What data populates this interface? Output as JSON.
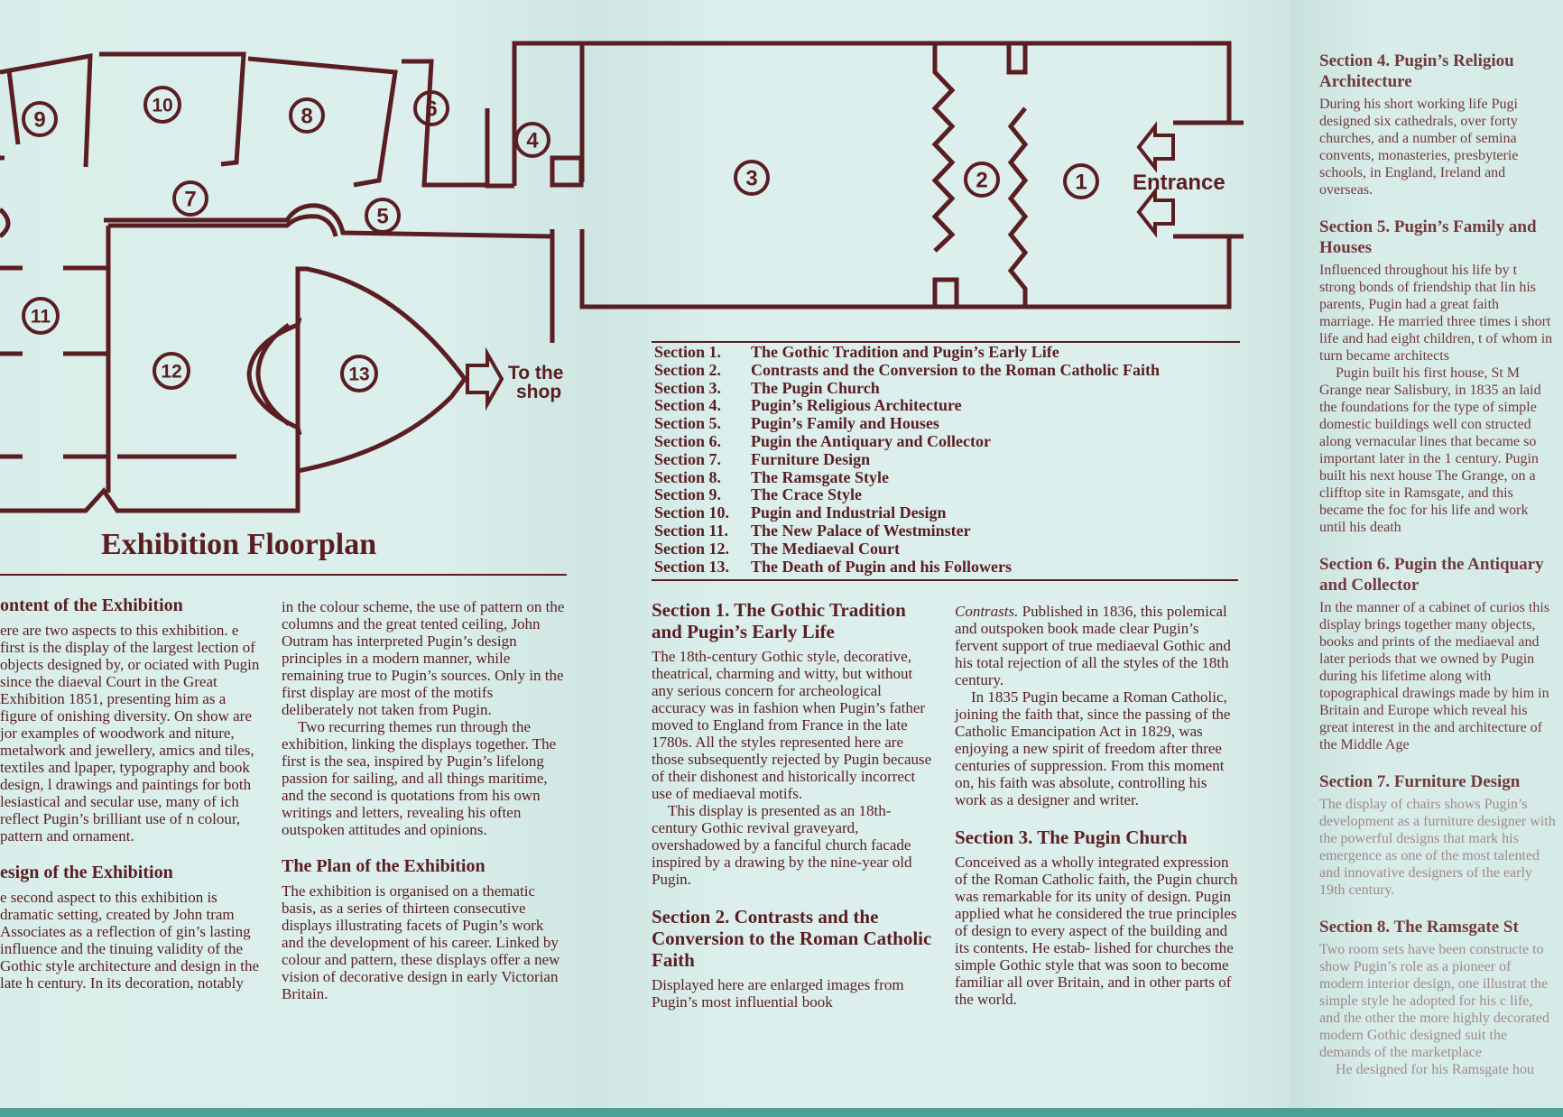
{
  "floorplan": {
    "title": "Exhibition Floorplan",
    "entrance_label": "Entrance",
    "shop_label_line1": "To the",
    "shop_label_line2": "shop",
    "numbers": [
      "1",
      "2",
      "3",
      "4",
      "5",
      "6",
      "7",
      "8",
      "9",
      "10",
      "11",
      "12",
      "13"
    ]
  },
  "section_list": [
    {
      "num": "Section 1.",
      "title": "The Gothic Tradition and Pugin’s Early Life"
    },
    {
      "num": "Section 2.",
      "title": "Contrasts and the Conversion to the Roman Catholic Faith"
    },
    {
      "num": "Section 3.",
      "title": "The Pugin Church"
    },
    {
      "num": "Section 4.",
      "title": "Pugin’s Religious Architecture"
    },
    {
      "num": "Section 5.",
      "title": "Pugin’s Family and Houses"
    },
    {
      "num": "Section 6.",
      "title": "Pugin the Antiquary and Collector"
    },
    {
      "num": "Section 7.",
      "title": "Furniture Design"
    },
    {
      "num": "Section 8.",
      "title": "The Ramsgate Style"
    },
    {
      "num": "Section 9.",
      "title": "The Crace Style"
    },
    {
      "num": "Section 10.",
      "title": "Pugin and Industrial Design"
    },
    {
      "num": "Section 11.",
      "title": "The New Palace of Westminster"
    },
    {
      "num": "Section 12.",
      "title": "The Mediaeval Court"
    },
    {
      "num": "Section 13.",
      "title": "The Death of Pugin and his Followers"
    }
  ],
  "left_col1": {
    "h1": "ontent of the Exhibition",
    "p1": "ere are two aspects to this exhibition. e first is the display of the largest lection of objects designed by, or ociated with Pugin since the diaeval Court in the Great Exhibition 1851, presenting him as a figure of onishing diversity. On show are jor examples of woodwork and niture, metalwork and jewellery, amics and tiles, textiles and lpaper, typography and book design, l drawings and paintings for both lesiastical and secular use, many of ich reflect Pugin’s brilliant use of n colour, pattern and ornament.",
    "h2": "esign of the Exhibition",
    "p2": "e second aspect to this exhibition is dramatic setting, created by John tram Associates as a reflection of gin’s lasting influence and the tinuing validity of the Gothic style architecture and design in the late h century. In its decoration, notably"
  },
  "left_col2": {
    "p1": "in the colour scheme, the use of pattern on the columns and the great tented ceiling, John Outram has interpreted Pugin’s design principles in a modern manner, while remaining true to Pugin’s sources. Only in the first display are most of the motifs deliberately not taken from Pugin.",
    "p2": "Two recurring themes run through the exhibition, linking the displays together. The first is the sea, inspired by Pugin’s lifelong passion for sailing, and all things maritime, and the second is quotations from his own writings and letters, revealing his often outspoken attitudes and opinions.",
    "h": "The Plan of the Exhibition",
    "p3": "The exhibition is organised on a thematic basis, as a series of thirteen consecutive displays illustrating facets of Pugin’s work and the development of his career. Linked by colour and pattern, these displays offer a new vision of decorative design in early Victorian Britain."
  },
  "mid_col1": {
    "h1": "Section 1. The Gothic Tradition and Pugin’s Early Life",
    "p1": "The 18th-century Gothic style, decorative, theatrical, charming and witty, but without any serious concern for archeological accuracy was in fashion when Pugin’s father moved to England from France in the late 1780s. All the styles represented here are those subsequently rejected by Pugin because of their dishonest and historically incorrect use of mediaeval motifs.",
    "p2": "This display is presented as an 18th-century Gothic revival graveyard, overshadowed by a fanciful church facade inspired by a drawing by the nine-year old Pugin.",
    "h2": "Section 2. Contrasts and the Conversion to the Roman Catholic Faith",
    "p3": "Displayed here are enlarged images from Pugin’s most influential book"
  },
  "mid_col2": {
    "p1_italic": "Contrasts.",
    "p1": " Published in 1836, this polemical and outspoken book made clear Pugin’s fervent support of true mediaeval Gothic and his total rejection of all the styles of the 18th century.",
    "p2": "In 1835 Pugin became a Roman Catholic, joining the faith that, since the passing of the Catholic Emancipation Act in 1829, was enjoying a new spirit of freedom after three centuries of suppression. From this moment on, his faith was absolute, controlling his work as a designer and writer.",
    "h": "Section 3. The Pugin Church",
    "p3": "Conceived as a wholly integrated expression of the Roman Catholic faith, the Pugin church was remarkable for its unity of design. Pugin applied what he considered the true principles of design to every aspect of the building and its contents. He estab- lished for churches the simple Gothic style that was soon to become familiar all over Britain, and in other parts of the world."
  },
  "right_col": {
    "h4": "Section 4. Pugin’s Religiou Architecture",
    "p4": "During his short working life Pugi designed six cathedrals, over forty churches, and a number of semina convents, monasteries, presbyterie schools, in England, Ireland and overseas.",
    "h5": "Section 5. Pugin’s Family and Houses",
    "p5": "Influenced throughout his life by t strong bonds of friendship that lin his parents, Pugin had a great faith marriage. He married three times i short life and had eight children, t of whom in turn became architects",
    "p5b": "Pugin built his first house, St M Grange near Salisbury, in 1835 an laid the foundations for the type of simple domestic buildings well con structed along vernacular lines that became so important later in the 1 century. Pugin built his next house The Grange, on a clifftop site in Ramsgate, and this became the foc for his life and work until his death",
    "h6": "Section 6. Pugin the Antiquary and Collector",
    "p6": "In the manner of a cabinet of curios this display brings together many objects, books and prints of the mediaeval and later periods that we owned by Pugin during his lifetime along with topographical drawings made by him in Britain and Europe which reveal his great interest in the and architecture of the Middle Age",
    "h7": "Section 7. Furniture Design",
    "p7": "The display of chairs shows Pugin’s development as a furniture designer with the powerful designs that mark his emergence as one of the most talented and innovative designers of the early 19th century.",
    "h8": "Section 8. The Ramsgate St",
    "p8": "Two room sets have been constructe to show Pugin’s role as a pioneer of modern interior design, one illustrat the simple style he adopted for his c life, and the other the more highly decorated modern Gothic designed suit the demands of the marketplace",
    "p8b": "He designed for his Ramsgate hou"
  },
  "colors": {
    "ink": "#5a1e22",
    "paper": "#d8ece9",
    "strip": "#4f9f95"
  }
}
